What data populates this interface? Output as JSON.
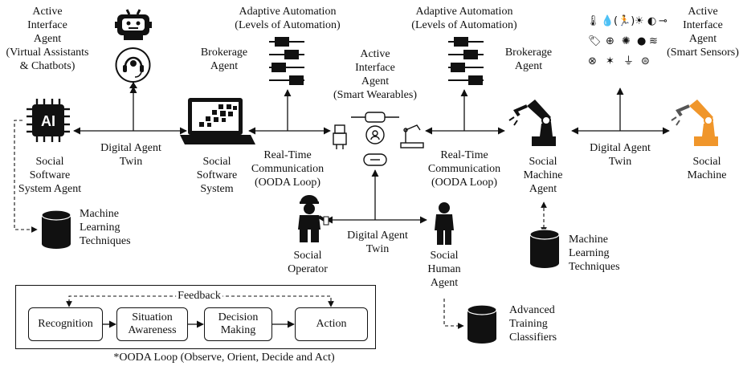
{
  "nodes": {
    "active_agent_left": [
      "Active",
      "Interface",
      "Agent",
      "(Virtual Assistants",
      "& Chatbots)"
    ],
    "social_software_system_agent": [
      "Social",
      "Software",
      "System Agent"
    ],
    "ml_left": [
      "Machine",
      "Learning",
      "Techniques"
    ],
    "digital_twin_left": [
      "Digital Agent",
      "Twin"
    ],
    "adaptive_left": [
      "Adaptive Automation",
      "(Levels of Automation)"
    ],
    "brokerage_left": [
      "Brokerage",
      "Agent"
    ],
    "social_software_system": [
      "Social",
      "Software",
      "System"
    ],
    "rtc_left": [
      "Real-Time",
      "Communication",
      "(OODA Loop)"
    ],
    "active_agent_center": [
      "Active",
      "Interface",
      "Agent",
      "(Smart Wearables)"
    ],
    "digital_twin_center": [
      "Digital Agent",
      "Twin"
    ],
    "social_operator": [
      "Social",
      "Operator"
    ],
    "social_human_agent": [
      "Social",
      "Human",
      "Agent"
    ],
    "advanced_training": [
      "Advanced",
      "Training",
      "Classifiers"
    ],
    "adaptive_right": [
      "Adaptive Automation",
      "(Levels of Automation)"
    ],
    "brokerage_right": [
      "Brokerage",
      "Agent"
    ],
    "rtc_right": [
      "Real-Time",
      "Communication",
      "(OODA Loop)"
    ],
    "social_machine_agent": [
      "Social",
      "Machine",
      "Agent"
    ],
    "ml_right": [
      "Machine",
      "Learning",
      "Techniques"
    ],
    "digital_twin_right": [
      "Digital Agent",
      "Twin"
    ],
    "active_agent_right": [
      "Active",
      "Interface",
      "Agent",
      "(Smart Sensors)"
    ],
    "social_machine": [
      "Social",
      "Machine"
    ]
  },
  "ooda": {
    "feedback": "Feedback",
    "steps": [
      [
        "Recognition"
      ],
      [
        "Situation",
        "Awareness"
      ],
      [
        "Decision",
        "Making"
      ],
      [
        "Action"
      ]
    ],
    "footnote": "*OODA Loop (Observe, Orient, Decide and Act)"
  },
  "icons": {
    "chip_text": "AI",
    "sensor_glyphs": [
      "🌡",
      "💧",
      "(🏃)",
      "☀",
      "◐",
      "⊸",
      "🏷",
      "⊕",
      "✺",
      "●",
      "≋",
      "⊗",
      "✶",
      "⏚",
      "⊜"
    ]
  },
  "colors": {
    "robot_arm": "#f0962b",
    "ink": "#111111"
  }
}
